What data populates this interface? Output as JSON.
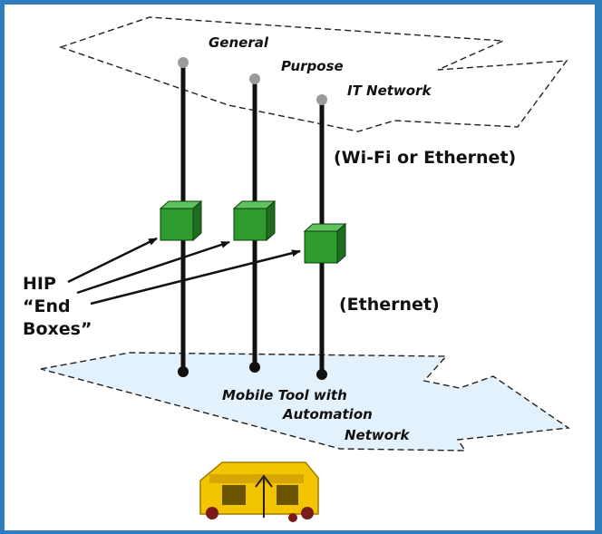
{
  "top_plane": {
    "line1": "General",
    "line2": "Purpose",
    "line3": "IT Network"
  },
  "bottom_plane": {
    "line1": "Mobile Tool with",
    "line2": "Automation",
    "line3": "Network"
  },
  "labels": {
    "upper_link": "(Wi-Fi or Ethernet)",
    "lower_link": "(Ethernet)"
  },
  "hip_label": {
    "line1": "HIP",
    "line2": "“End",
    "line3": "Boxes”"
  },
  "colors": {
    "frame": "#2f7dbf",
    "bottom_plane_fill": "#e2f1fb",
    "end_box": "#2e9b2e",
    "tool_body": "#f3c400",
    "top_node": "#9a9a9a"
  }
}
